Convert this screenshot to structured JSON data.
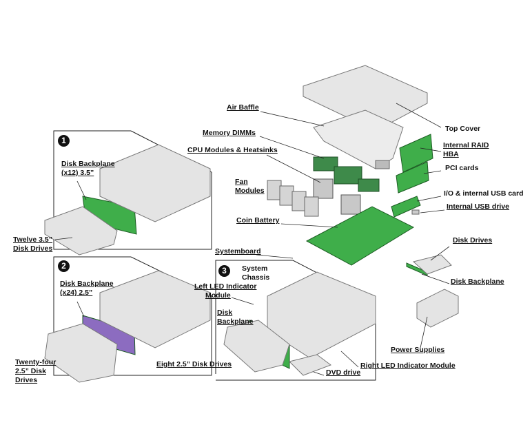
{
  "labels": {
    "air_baffle": "Air Baffle",
    "top_cover": "Top Cover",
    "memory_dimms": "Memory DIMMs",
    "internal_raid_1": "Internal RAID",
    "internal_raid_2": "HBA",
    "cpu_modules": "CPU Modules & Heatsinks",
    "pci_cards": "PCI cards",
    "fan_1": "Fan",
    "fan_2": "Modules",
    "io_usb_card": "I/O & internal USB card",
    "internal_usb_drive": "Internal USB drive",
    "coin_battery": "Coin Battery",
    "systemboard": "Systemboard",
    "disk_drives": "Disk Drives",
    "system_chassis_1": "System",
    "system_chassis_2": "Chassis",
    "disk_backplane": "Disk Backplane",
    "left_led_1": "Left LED Indicator",
    "left_led_2": "Module",
    "disk_bp_1": "Disk",
    "disk_bp_2": "Backplane",
    "power_supplies": "Power Supplies",
    "eight_drives": "Eight 2.5” Disk Drives",
    "right_led": "Right LED Indicator Module",
    "dvd_drive": "DVD drive"
  },
  "panels": [
    {
      "number": "1",
      "backplane_1": "Disk Backplane",
      "backplane_2": "(x12) 3.5”",
      "drives_1": "Twelve 3.5”",
      "drives_2": "Disk Drives"
    },
    {
      "number": "2",
      "backplane_1": "Disk Backplane",
      "backplane_2": "(x24) 2.5”",
      "drives_1": "Twenty-four",
      "drives_2": "2.5” Disk",
      "drives_3": "Drives"
    },
    {
      "number": "3"
    }
  ],
  "colors": {
    "board": "#3fae4a",
    "metal": "#d9d9d9",
    "line": "#222222"
  }
}
